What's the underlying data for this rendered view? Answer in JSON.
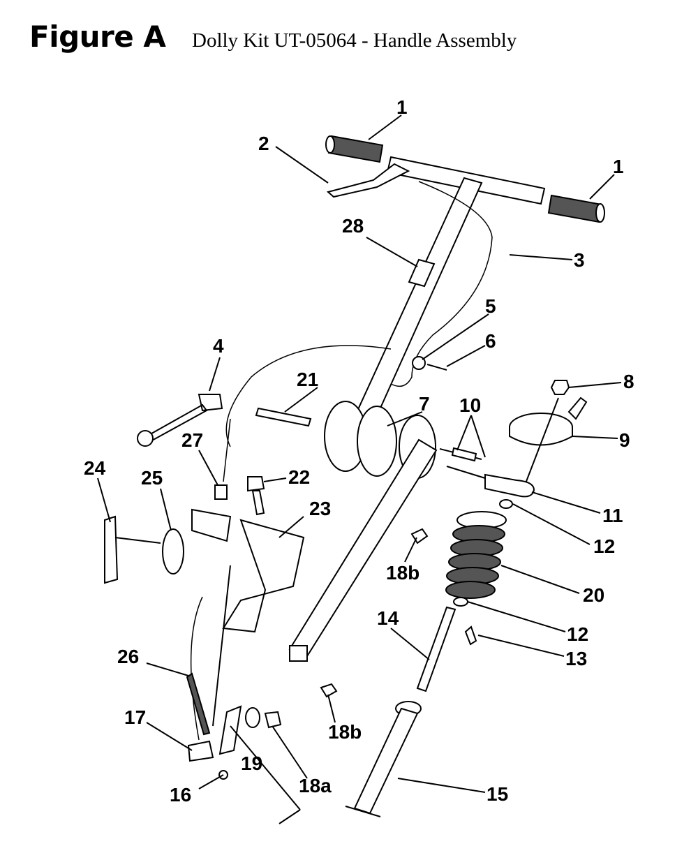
{
  "figure": {
    "label": "Figure A",
    "title": "Dolly Kit UT-05064 - Handle Assembly"
  },
  "callouts": [
    {
      "id": "c1a",
      "text": "1"
    },
    {
      "id": "c1b",
      "text": "1"
    },
    {
      "id": "c2",
      "text": "2"
    },
    {
      "id": "c3",
      "text": "3"
    },
    {
      "id": "c4",
      "text": "4"
    },
    {
      "id": "c5",
      "text": "5"
    },
    {
      "id": "c6",
      "text": "6"
    },
    {
      "id": "c7",
      "text": "7"
    },
    {
      "id": "c8",
      "text": "8"
    },
    {
      "id": "c9",
      "text": "9"
    },
    {
      "id": "c10",
      "text": "10"
    },
    {
      "id": "c11",
      "text": "11"
    },
    {
      "id": "c12a",
      "text": "12"
    },
    {
      "id": "c12b",
      "text": "12"
    },
    {
      "id": "c13",
      "text": "13"
    },
    {
      "id": "c14",
      "text": "14"
    },
    {
      "id": "c15",
      "text": "15"
    },
    {
      "id": "c16",
      "text": "16"
    },
    {
      "id": "c17",
      "text": "17"
    },
    {
      "id": "c18a",
      "text": "18a"
    },
    {
      "id": "c18b1",
      "text": "18b"
    },
    {
      "id": "c18b2",
      "text": "18b"
    },
    {
      "id": "c19",
      "text": "19"
    },
    {
      "id": "c20",
      "text": "20"
    },
    {
      "id": "c21",
      "text": "21"
    },
    {
      "id": "c22",
      "text": "22"
    },
    {
      "id": "c23",
      "text": "23"
    },
    {
      "id": "c24",
      "text": "24"
    },
    {
      "id": "c25",
      "text": "25"
    },
    {
      "id": "c26",
      "text": "26"
    },
    {
      "id": "c27",
      "text": "27"
    },
    {
      "id": "c28",
      "text": "28"
    }
  ]
}
